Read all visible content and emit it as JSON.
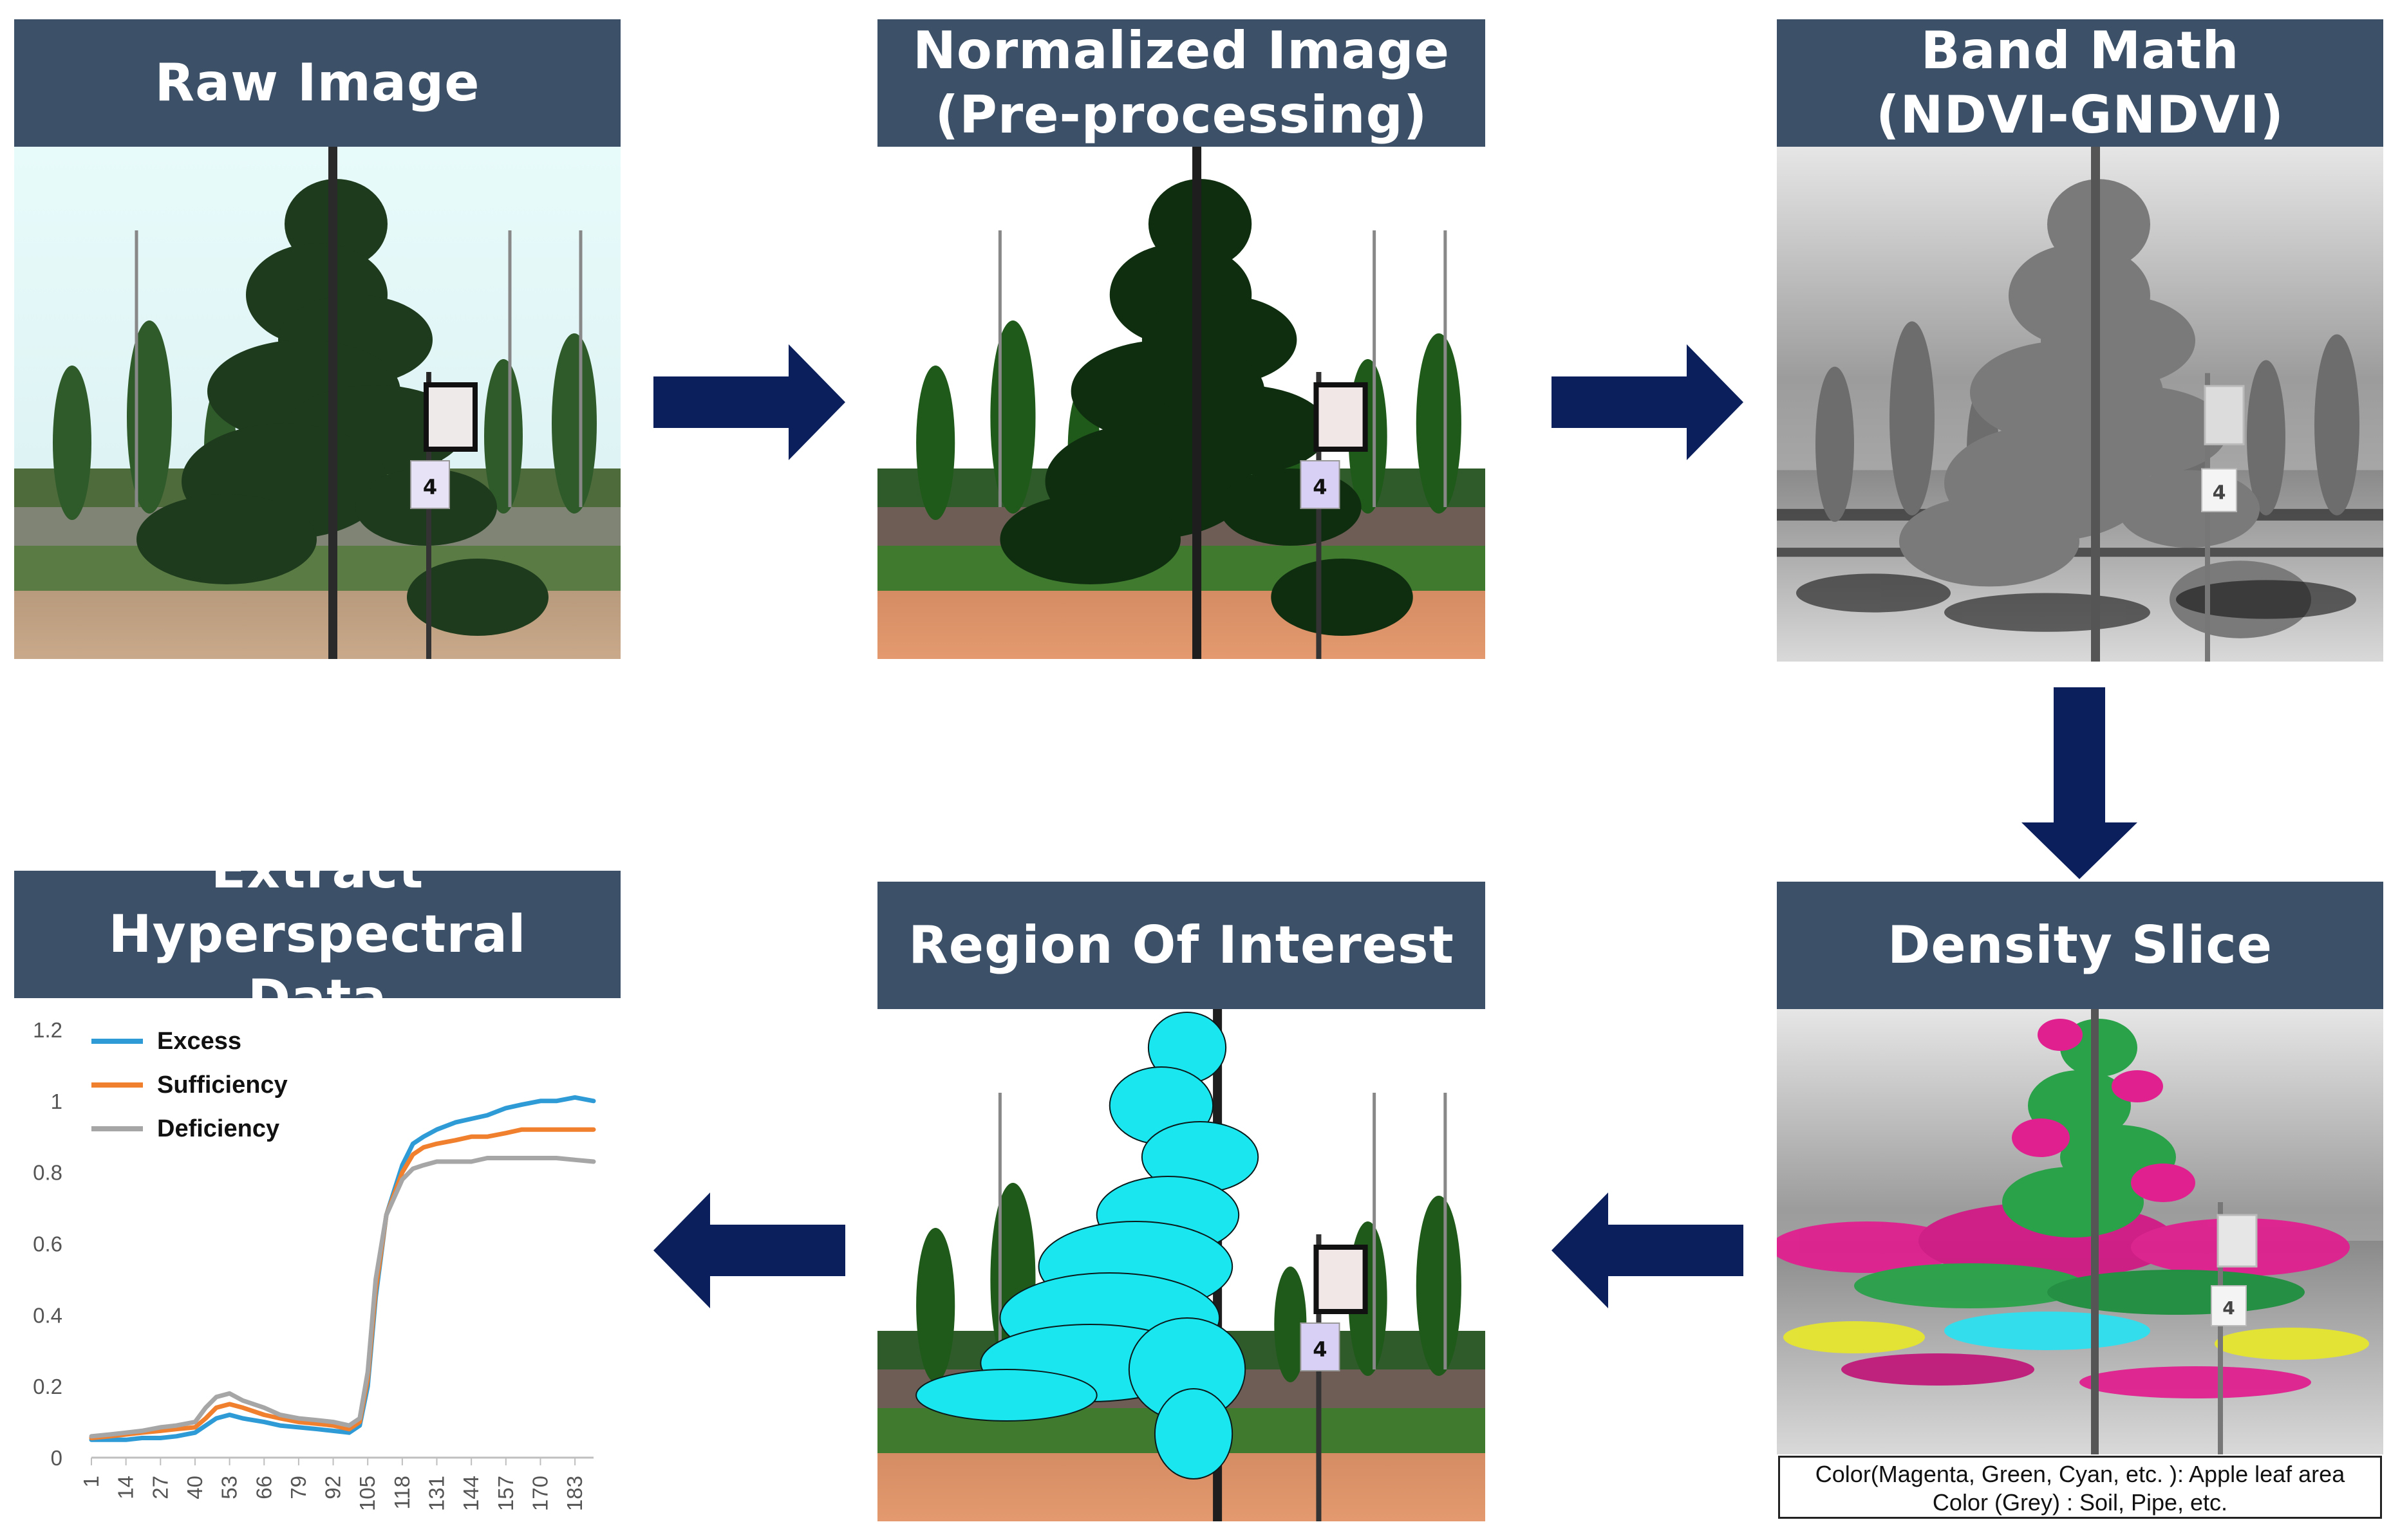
{
  "panels": {
    "raw": {
      "title": "Raw Image"
    },
    "normalized": {
      "title_line1": "Normalized Image",
      "title_line2": "(Pre-processing)"
    },
    "band_math": {
      "title_line1": "Band Math",
      "title_line2": "(NDVI-GNDVI)"
    },
    "density_slice": {
      "title": "Density Slice",
      "caption_line1": "Color(Magenta, Green, Cyan, etc. ): Apple leaf area",
      "caption_line2": "Color (Grey) : Soil, Pipe, etc."
    },
    "roi": {
      "title": "Region Of Interest"
    },
    "extract": {
      "title_line1": "Extract Hyperspectral",
      "title_line2": "Data"
    }
  },
  "tag_number": "4",
  "colors": {
    "title_bar": "#3c5068",
    "arrow": "#0a1f5c",
    "excess": "#2e9bd6",
    "sufficiency": "#f07f2e",
    "deficiency": "#a6a6a6",
    "roi": "#1ae6f0"
  },
  "chart_data": {
    "type": "line",
    "y_ticks": [
      "0",
      "0.2",
      "0.4",
      "0.6",
      "0.8",
      "1",
      "1.2"
    ],
    "ylim": [
      0,
      1.2
    ],
    "x_ticks": [
      "1",
      "14",
      "27",
      "40",
      "53",
      "66",
      "79",
      "92",
      "105",
      "118",
      "131",
      "144",
      "157",
      "170",
      "183"
    ],
    "xlim": [
      1,
      190
    ],
    "legend_position": "top-left",
    "x": [
      1,
      8,
      14,
      20,
      27,
      33,
      40,
      44,
      48,
      53,
      58,
      66,
      72,
      79,
      86,
      92,
      98,
      102,
      105,
      108,
      112,
      118,
      122,
      126,
      131,
      138,
      144,
      150,
      157,
      163,
      170,
      176,
      183,
      190
    ],
    "series": [
      {
        "name": "Excess",
        "color": "#2e9bd6",
        "values": [
          0.05,
          0.05,
          0.05,
          0.055,
          0.055,
          0.06,
          0.07,
          0.09,
          0.11,
          0.12,
          0.11,
          0.1,
          0.09,
          0.085,
          0.08,
          0.075,
          0.07,
          0.09,
          0.2,
          0.45,
          0.68,
          0.82,
          0.88,
          0.9,
          0.92,
          0.94,
          0.95,
          0.96,
          0.98,
          0.99,
          1.0,
          1.0,
          1.01,
          1.0
        ]
      },
      {
        "name": "Sufficiency",
        "color": "#f07f2e",
        "values": [
          0.055,
          0.06,
          0.065,
          0.07,
          0.075,
          0.08,
          0.085,
          0.11,
          0.14,
          0.15,
          0.14,
          0.12,
          0.11,
          0.1,
          0.095,
          0.09,
          0.08,
          0.1,
          0.22,
          0.47,
          0.68,
          0.8,
          0.85,
          0.87,
          0.88,
          0.89,
          0.9,
          0.9,
          0.91,
          0.92,
          0.92,
          0.92,
          0.92,
          0.92
        ]
      },
      {
        "name": "Deficiency",
        "color": "#a6a6a6",
        "values": [
          0.06,
          0.065,
          0.07,
          0.075,
          0.085,
          0.09,
          0.1,
          0.14,
          0.17,
          0.18,
          0.16,
          0.14,
          0.12,
          0.11,
          0.105,
          0.1,
          0.09,
          0.11,
          0.24,
          0.5,
          0.68,
          0.78,
          0.81,
          0.82,
          0.83,
          0.83,
          0.83,
          0.84,
          0.84,
          0.84,
          0.84,
          0.84,
          0.835,
          0.83
        ]
      }
    ]
  }
}
